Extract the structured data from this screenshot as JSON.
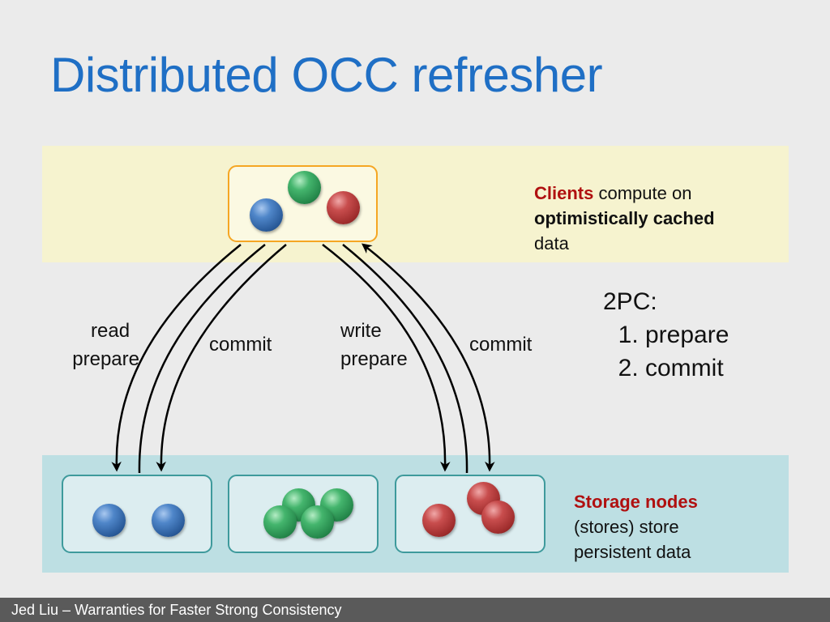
{
  "title": "Distributed OCC refresher",
  "clients": {
    "name": "Clients",
    "text1": " compute on",
    "bold": "optimistically cached",
    "text2": "data"
  },
  "storage": {
    "name": "Storage nodes",
    "line2": "(stores) store",
    "line3": "persistent data"
  },
  "twopc": {
    "heading": "2PC:",
    "steps": [
      "prepare",
      "commit"
    ]
  },
  "arrow_labels": {
    "left_read": "read",
    "left_prepare": "prepare",
    "left_commit": "commit",
    "right_write": "write",
    "right_prepare": "prepare",
    "right_commit": "commit"
  },
  "colors": {
    "title": "#1f6fc5",
    "highlight": "#b01010",
    "client_border": "#f5a623",
    "store_border": "#3e9a9c"
  },
  "footer": "Jed Liu – Warranties for Faster Strong Consistency"
}
